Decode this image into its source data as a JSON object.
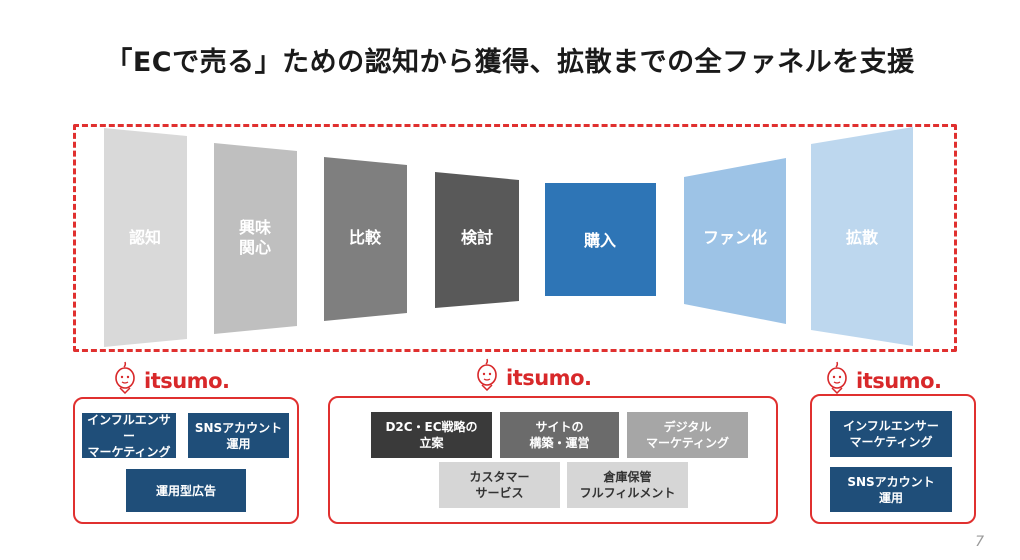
{
  "title": "「ECで売る」ための認知から獲得、拡散までの全ファネルを支援",
  "funnel": [
    {
      "label": "認知",
      "color": "#d9d9d9"
    },
    {
      "label": "興味\n関心",
      "color": "#bfbfbf"
    },
    {
      "label": "比較",
      "color": "#7f7f7f"
    },
    {
      "label": "検討",
      "color": "#595959"
    },
    {
      "label": "購入",
      "color": "#2e75b6"
    },
    {
      "label": "ファン化",
      "color": "#9dc3e6"
    },
    {
      "label": "拡散",
      "color": "#bdd7ee"
    }
  ],
  "logo_text": "itsumo.",
  "left_group": {
    "tiles": [
      "インフルエンサー\nマーケティング",
      "SNSアカウント\n運用",
      "運用型広告"
    ]
  },
  "center_group": {
    "tiles": [
      "D2C・EC戦略の\n立案",
      "サイトの\n構築・運営",
      "デジタル\nマーケティング",
      "カスタマー\nサービス",
      "倉庫保管\nフルフィルメント"
    ]
  },
  "right_group": {
    "tiles": [
      "インフルエンサー\nマーケティング",
      "SNSアカウント\n運用"
    ]
  },
  "page_number": "7"
}
